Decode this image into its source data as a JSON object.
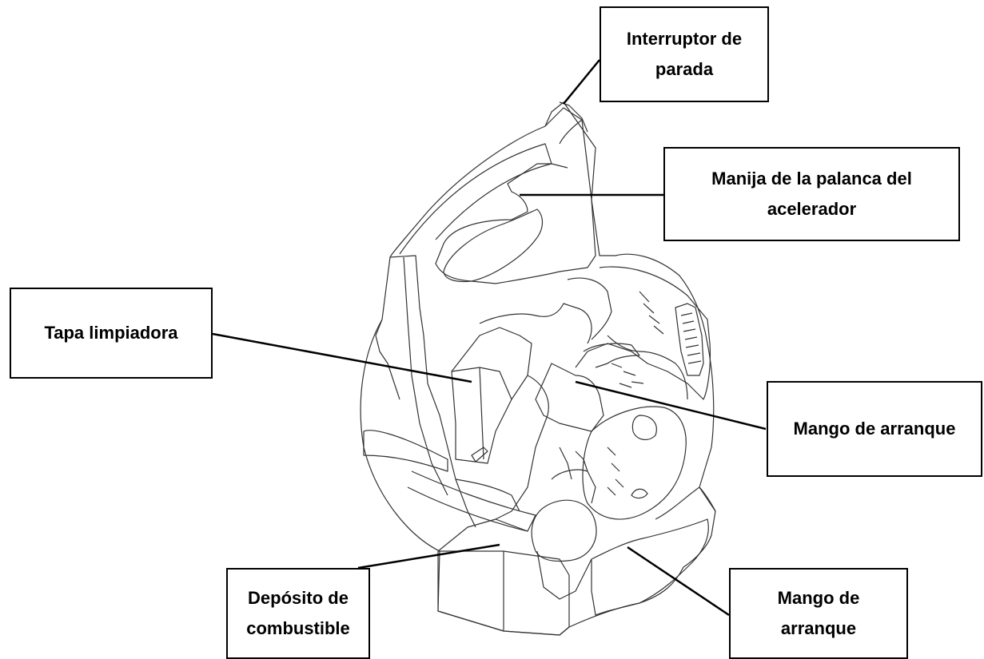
{
  "labels": {
    "stop_switch": [
      "Interruptor de",
      "parada"
    ],
    "throttle_handle": [
      "Manija de la palanca del",
      "acelerador"
    ],
    "cleaner_cover": [
      "Tapa limpiadora"
    ],
    "starter_handle_right": [
      "Mango de arranque"
    ],
    "fuel_tank": [
      "Depósito de",
      "combustible"
    ],
    "starter_handle_bottom": [
      "Mango de",
      "arranque"
    ]
  },
  "colors": {
    "line": "#000000",
    "drawing": "#333333",
    "background": "#ffffff"
  }
}
